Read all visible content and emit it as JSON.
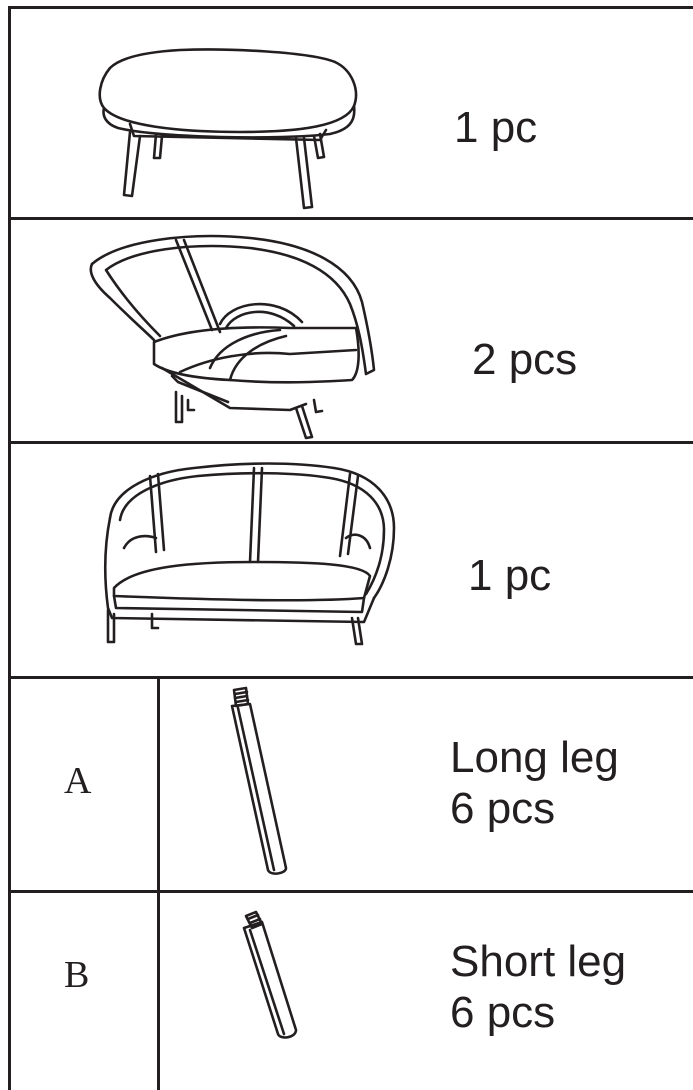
{
  "items": [
    {
      "drawing": "oval-table-icon",
      "quantity": "1 pc"
    },
    {
      "drawing": "lounge-chair-icon",
      "quantity": "2 pcs"
    },
    {
      "drawing": "loveseat-sofa-icon",
      "quantity": "1 pc"
    }
  ],
  "parts": [
    {
      "label": "A",
      "drawing": "long-leg-icon",
      "name": "Long leg",
      "quantity": "6 pcs"
    },
    {
      "label": "B",
      "drawing": "short-leg-icon",
      "name": "Short leg",
      "quantity": "6 pcs"
    }
  ],
  "colors": {
    "ink": "#231f20",
    "background": "#ffffff"
  }
}
